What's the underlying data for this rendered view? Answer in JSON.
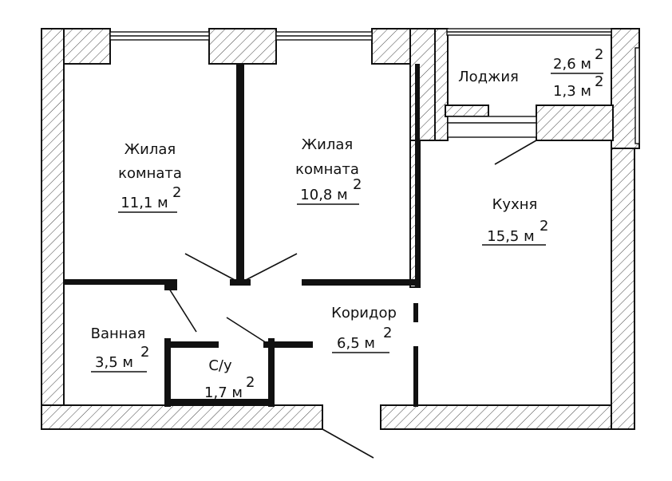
{
  "rooms": {
    "living1": {
      "line1": "Жилая",
      "line2": "комната",
      "area_num": "11,1 м",
      "area_sup": "2"
    },
    "living2": {
      "line1": "Жилая",
      "line2": "комната",
      "area_num": "10,8 м",
      "area_sup": "2"
    },
    "kitchen": {
      "name": "Кухня",
      "area_num": "15,5 м",
      "area_sup": "2"
    },
    "loggia": {
      "name": "Лоджия",
      "area1_num": "2,6 м",
      "area1_sup": "2",
      "area2_num": "1,3 м",
      "area2_sup": "2"
    },
    "corridor": {
      "name": "Коридор",
      "area_num": "6,5 м",
      "area_sup": "2"
    },
    "bathroom": {
      "name": "Ванная",
      "area_num": "3,5 м",
      "area_sup": "2"
    },
    "wc": {
      "name": "С/у",
      "area_num": "1,7 м",
      "area_sup": "2"
    }
  }
}
